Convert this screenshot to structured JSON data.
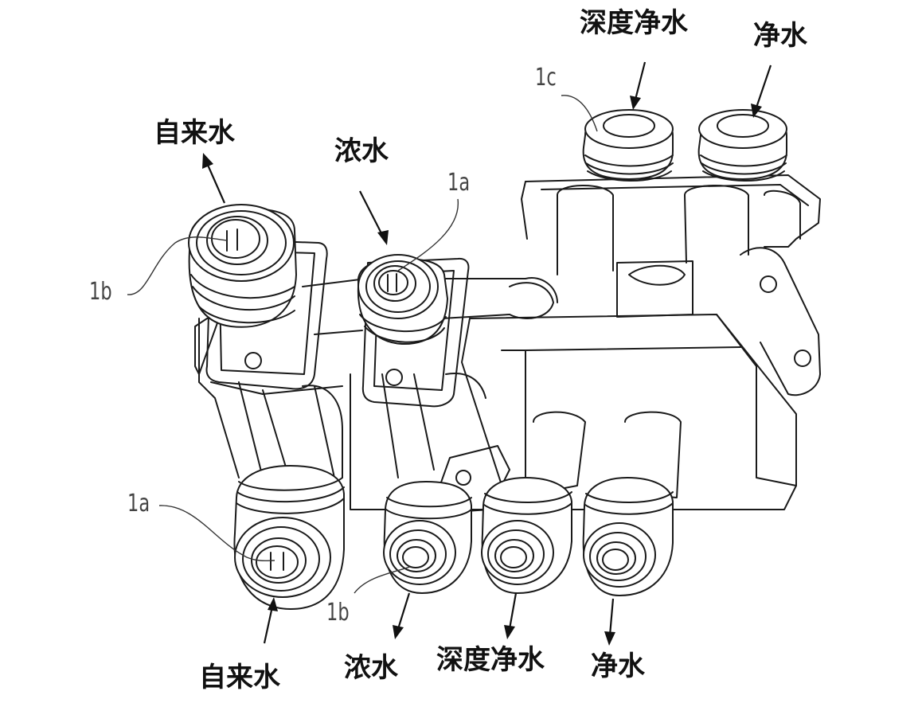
{
  "labels": {
    "top_deep_pure": "深度净水",
    "top_pure": "净水",
    "top_tap": "自来水",
    "top_concentrate": "浓水",
    "bottom_tap": "自来水",
    "bottom_concentrate": "浓水",
    "bottom_deep_pure": "深度净水",
    "bottom_pure": "净水"
  },
  "refs": {
    "r1c": "1c",
    "r1a_top": "1a",
    "r1b_left": "1b",
    "r1a_left": "1a",
    "r1b_bottom": "1b"
  }
}
